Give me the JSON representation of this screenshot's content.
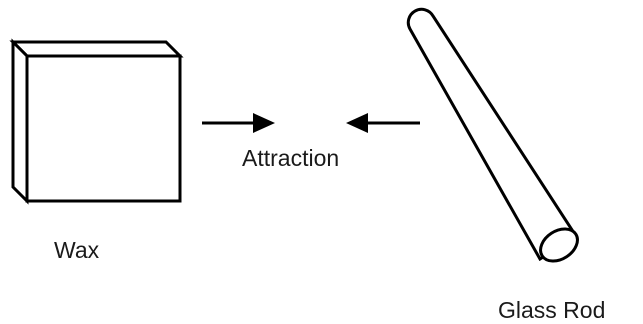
{
  "diagram": {
    "labels": {
      "wax": "Wax",
      "attraction": "Attraction",
      "glass_rod": "Glass Rod"
    },
    "colors": {
      "stroke": "#000000",
      "fill": "#ffffff",
      "text": "#1a1a1a"
    },
    "icons": {
      "wax": "wax-block-icon",
      "rod": "glass-rod-icon",
      "left_arrow": "arrow-right-icon",
      "right_arrow": "arrow-left-icon"
    }
  }
}
